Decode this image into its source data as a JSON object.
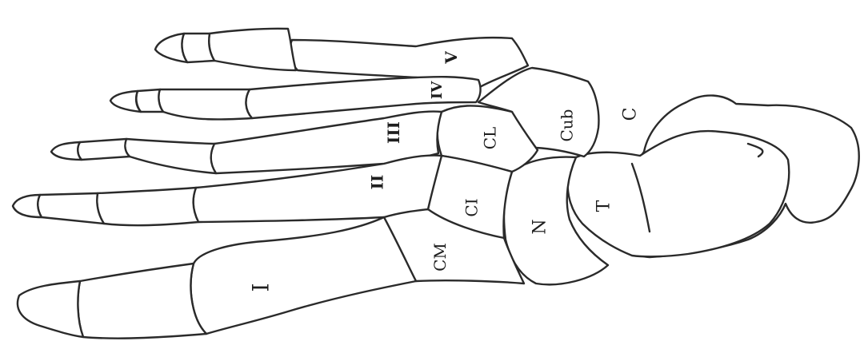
{
  "diagram": {
    "subject": "bones of the foot (dorsal view, rotated)",
    "stroke_color": "#2a2a2a",
    "labels": {
      "calcaneus": "C",
      "talus": "T",
      "navicular": "N",
      "cuboid": "Cub",
      "lateral_cuneiform": "CL",
      "intermediate_cuneiform": "CI",
      "medial_cuneiform": "CM",
      "metatarsal_1": "I",
      "metatarsal_2": "II",
      "metatarsal_3": "III",
      "metatarsal_4": "IV",
      "metatarsal_5": "V"
    }
  }
}
